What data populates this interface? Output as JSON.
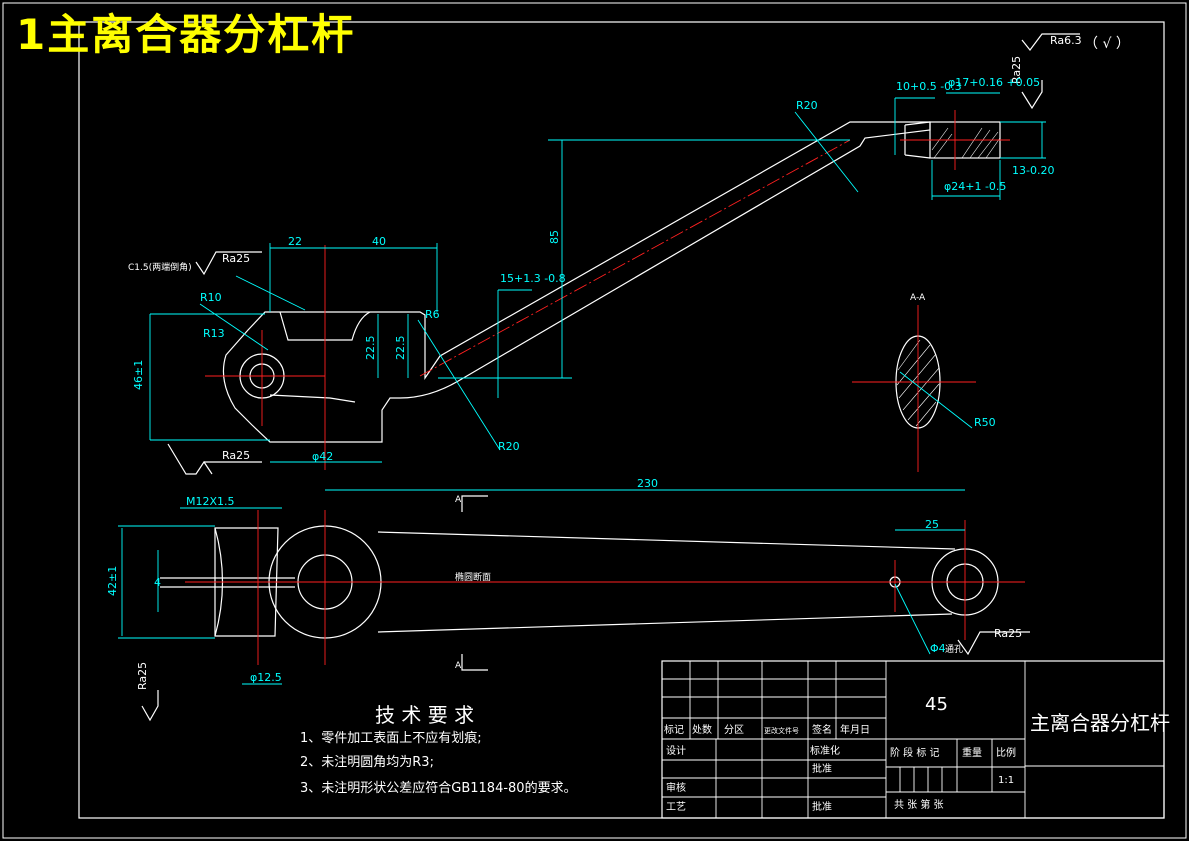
{
  "page_title": "1主离合器分杠杆",
  "roughness_note": {
    "main": "Ra6.3",
    "paren": "（ √ ）",
    "side": "Ra25"
  },
  "dims": {
    "d22": "22",
    "d40": "40",
    "d85": "85",
    "d230": "230",
    "d25": "25",
    "d46": "46±1",
    "d22_5a": "22.5",
    "d22_5b": "22.5",
    "d42": "φ42",
    "d12_5": "φ12.5",
    "d42b": "42±1",
    "d4": "4",
    "m12": "M12X1.5",
    "d10": "10+0.5 -0.3",
    "d17": "φ17+0.16 +0.05",
    "d24": "φ24+1 -0.5",
    "d13": "13-0.20",
    "d15": "15+1.3 -0.8"
  },
  "radii": {
    "r20a": "R20",
    "r20b": "R20",
    "r10": "R10",
    "r13": "R13",
    "r6": "R6",
    "r50": "R50"
  },
  "chamfer": "C1.5(两端倒角)",
  "rough": {
    "ra1": "Ra25",
    "ra2": "Ra25",
    "ra3": "Ra25",
    "ra4": "Ra25"
  },
  "section": {
    "label": "A-A",
    "a1": "A",
    "a2": "A"
  },
  "hole": "Φ4",
  "hole_note": "通孔",
  "mid_note": "椭圆断面",
  "tech": {
    "title": "技 术 要 求",
    "items": [
      "1、零件加工表面上不应有划痕;",
      "2、未注明圆角均为R3;",
      "3、未注明形状公差应符合GB1184-80的要求。"
    ]
  },
  "titleblock": {
    "material": "45",
    "name": "主离合器分杠杆",
    "scale": "1:1",
    "headers": [
      "标记",
      "处数",
      "分区",
      "更改文件号",
      "签名",
      "年月日"
    ],
    "roles": [
      "设计",
      "标准化",
      "批准",
      "审核",
      "工艺",
      "批准"
    ],
    "stage": "阶 段 标 记",
    "weight": "重量",
    "ratio": "比例",
    "sheets": "共   张   第   张"
  }
}
